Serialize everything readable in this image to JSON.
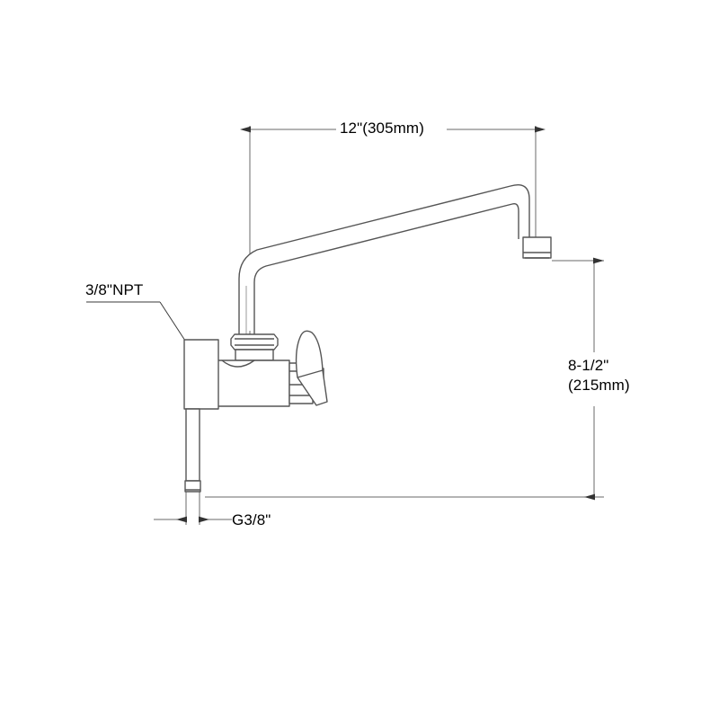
{
  "drawing": {
    "type": "technical-line-drawing",
    "subject": "wall-mount swing-spout faucet",
    "background_color": "#ffffff",
    "line_color": "#555555",
    "dimension_line_color": "#6a6a6a",
    "text_color": "#000000"
  },
  "annotations": {
    "spout_reach": {
      "text": "12\"(305mm)",
      "inch_value": "12\"",
      "metric_value": "305mm",
      "orientation": "horizontal",
      "placement": "top"
    },
    "spout_height": {
      "line1": "8-1/2\"",
      "line2": "(215mm)",
      "inch_value": "8-1/2\"",
      "metric_value": "215mm",
      "orientation": "vertical",
      "placement": "right"
    },
    "inlet_thread_npt": {
      "text": "3/8\"NPT",
      "placement": "left",
      "leader": "underline-with-diagonal"
    },
    "inlet_thread_g": {
      "text": "G3/8\"",
      "placement": "bottom",
      "arrows": "outward"
    }
  }
}
